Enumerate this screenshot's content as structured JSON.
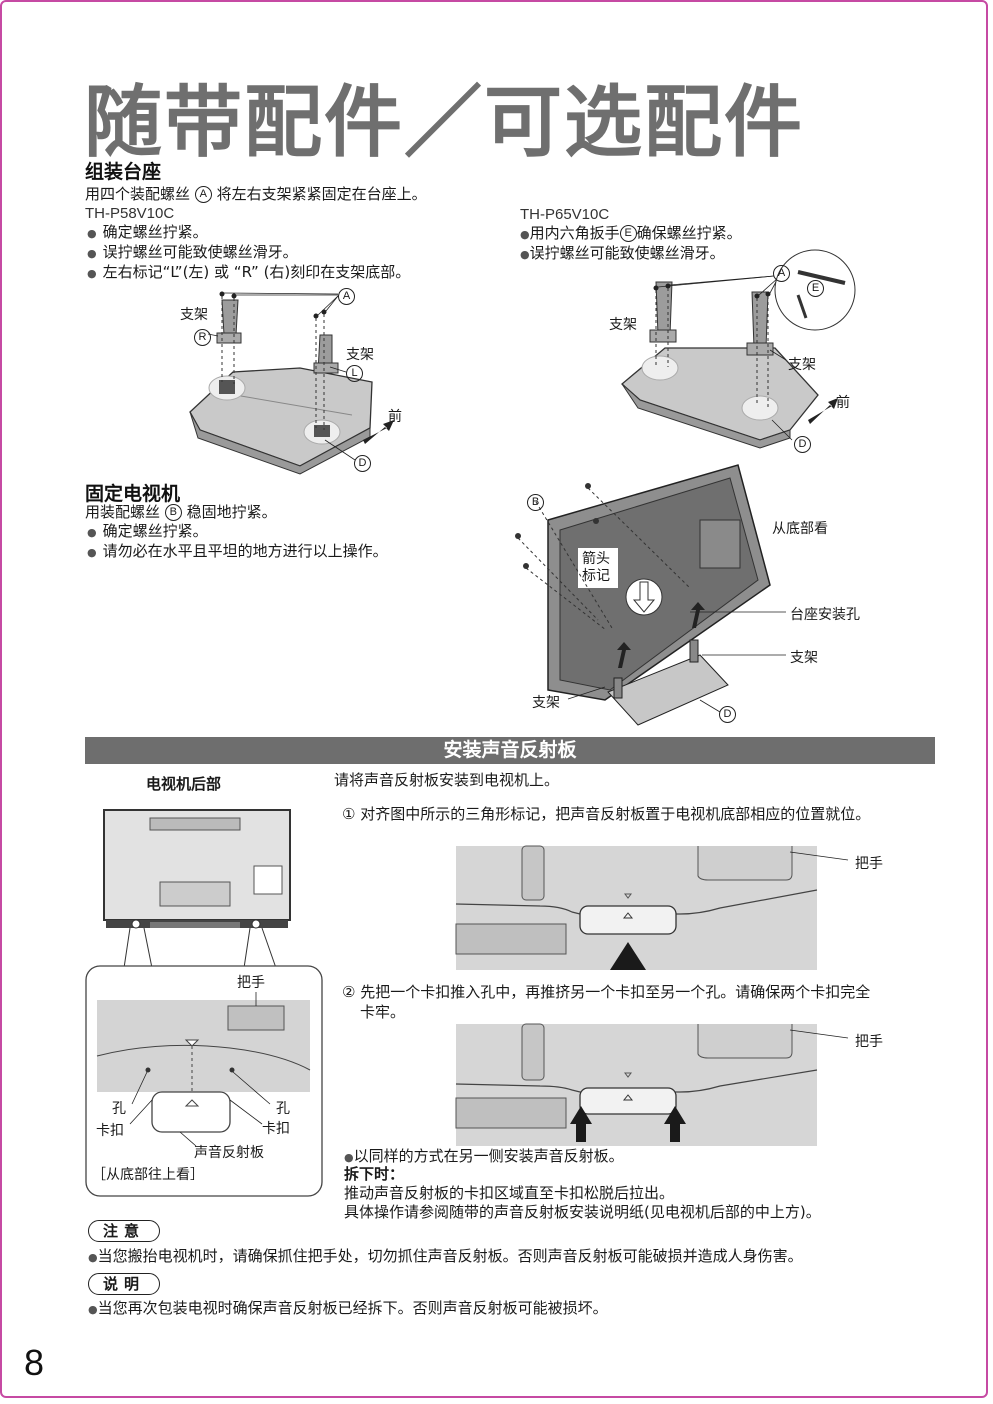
{
  "page_title": "随带配件／可选配件",
  "assembly": {
    "heading": "组装台座",
    "intro_a": "用四个装配螺丝",
    "intro_mark": "A",
    "intro_b": "将左右支架紧紧固定在台座上。",
    "model_left": "TH-P58V10C",
    "left_bullets": [
      "确定螺丝拧紧。",
      "误拧螺丝可能致使螺丝滑牙。",
      "左右标记“L”(左) 或 “R” (右)刻印在支架底部。"
    ],
    "model_right": "TH-P65V10C",
    "right_bullet1_a": "用内六角扳手",
    "right_bullet1_mark": "E",
    "right_bullet1_b": "确保螺丝拧紧。",
    "right_bullet2": "误拧螺丝可能致使螺丝滑牙。"
  },
  "fig1": {
    "bracket": "支架",
    "mark_r": "R",
    "mark_l": "L",
    "mark_a": "A",
    "mark_d": "D",
    "front": "前"
  },
  "fig2": {
    "bracket": "支架",
    "mark_a": "A",
    "mark_e": "E",
    "mark_d": "D",
    "front": "前"
  },
  "fixing": {
    "heading": "固定电视机",
    "intro_a": "用装配螺丝",
    "intro_mark": "B",
    "intro_b": "稳固地拧紧。",
    "bullets": [
      "确定螺丝拧紧。",
      "请勿必在水平且平坦的地方进行以上操作。"
    ]
  },
  "fig3": {
    "mark_b": "B",
    "arrow_mark": "箭头\n标记",
    "from_bottom": "从底部看",
    "mount_hole": "台座安装孔",
    "bracket_right": "支架",
    "bracket_left": "支架",
    "mark_d": "D"
  },
  "reflector": {
    "section_title": "安装声音反射板",
    "rear_title": "电视机后部",
    "intro": "请将声音反射板安装到电视机上。",
    "step1_num": "①",
    "step1": "对齐图中所示的三角形标记，把声音反射板置于电视机底部相应的位置就位。",
    "handle": "把手",
    "step2_num": "②",
    "step2_a": "先把一个卡扣推入孔中，再推挤另一个卡扣至另一个孔。请确保两个卡扣完全",
    "step2_b": "卡牢。",
    "handle2": "把手",
    "detail_handle": "把手",
    "hole_l": "孔",
    "clip_l": "卡扣",
    "hole_r": "孔",
    "clip_r": "卡扣",
    "reflector_label": "声音反射板",
    "bottom_view": "［从底部往上看］",
    "same_way": "以同样的方式在另一侧安装声音反射板。",
    "removal_title": "拆下时：",
    "removal_1": "推动声音反射板的卡扣区域直至卡扣松脱后拉出。",
    "removal_2": "具体操作请参阅随带的声音反射板安装说明纸(见电视机后部的中上方)。"
  },
  "caution": {
    "label": "注意",
    "text": "当您搬抬电视机时，请确保抓住把手处，切勿抓住声音反射板。否则声音反射板可能破损并造成人身伤害。"
  },
  "note": {
    "label": "说明",
    "text": "当您再次包装电视时确保声音反射板已经拆下。否则声音反射板可能被损坏。"
  },
  "page_number": "8",
  "colors": {
    "frame": "#c64aa3",
    "title": "#6f6f6f",
    "section_bar": "#6e6e6e"
  }
}
